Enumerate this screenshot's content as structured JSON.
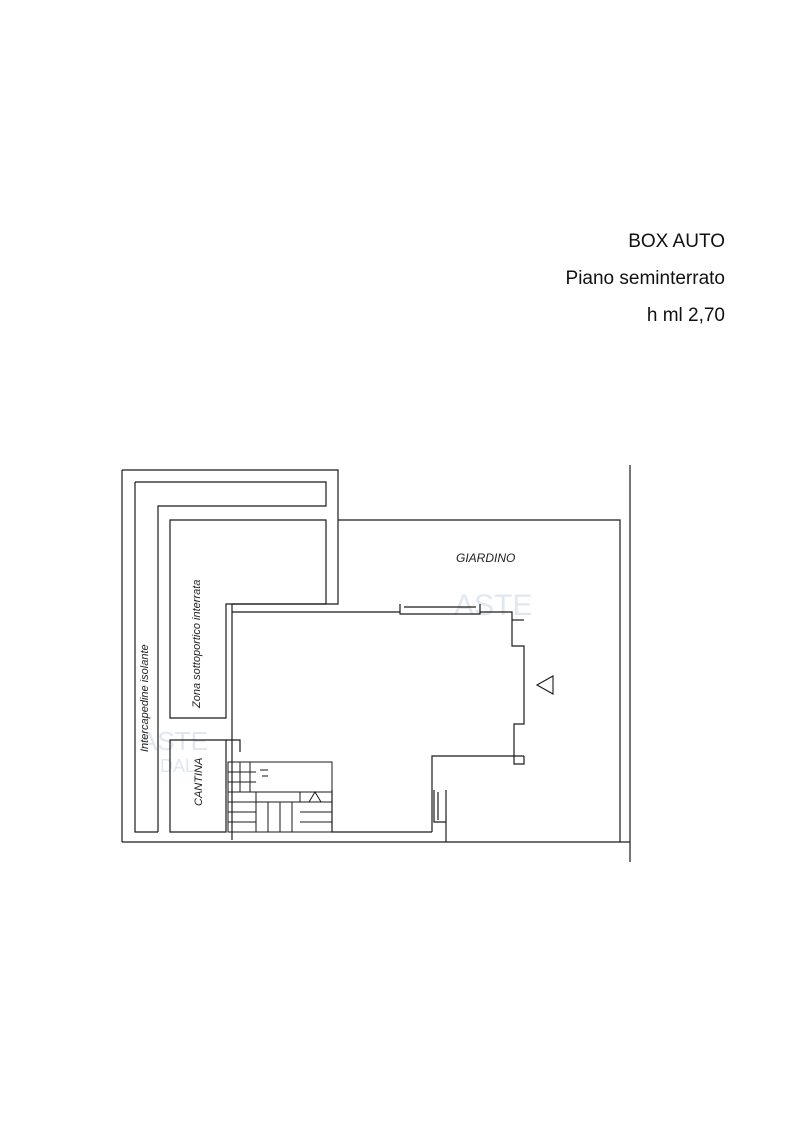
{
  "header": {
    "title": "BOX AUTO",
    "floor": "Piano seminterrato",
    "height": "h ml 2,70"
  },
  "rooms": {
    "garden": "GIARDINO",
    "portico": "Zona sottoportico interrata",
    "cavity": "Intercapedine isolante",
    "cellar": "CANTINA"
  },
  "watermark": {
    "mark_a": "ASTE",
    "mark_b": "DAL"
  },
  "colors": {
    "line": "#1a1a1a",
    "watermark": "#c9d4e2"
  },
  "icons": [
    "entrance-arrow-icon",
    "stair-arrow-icon"
  ]
}
